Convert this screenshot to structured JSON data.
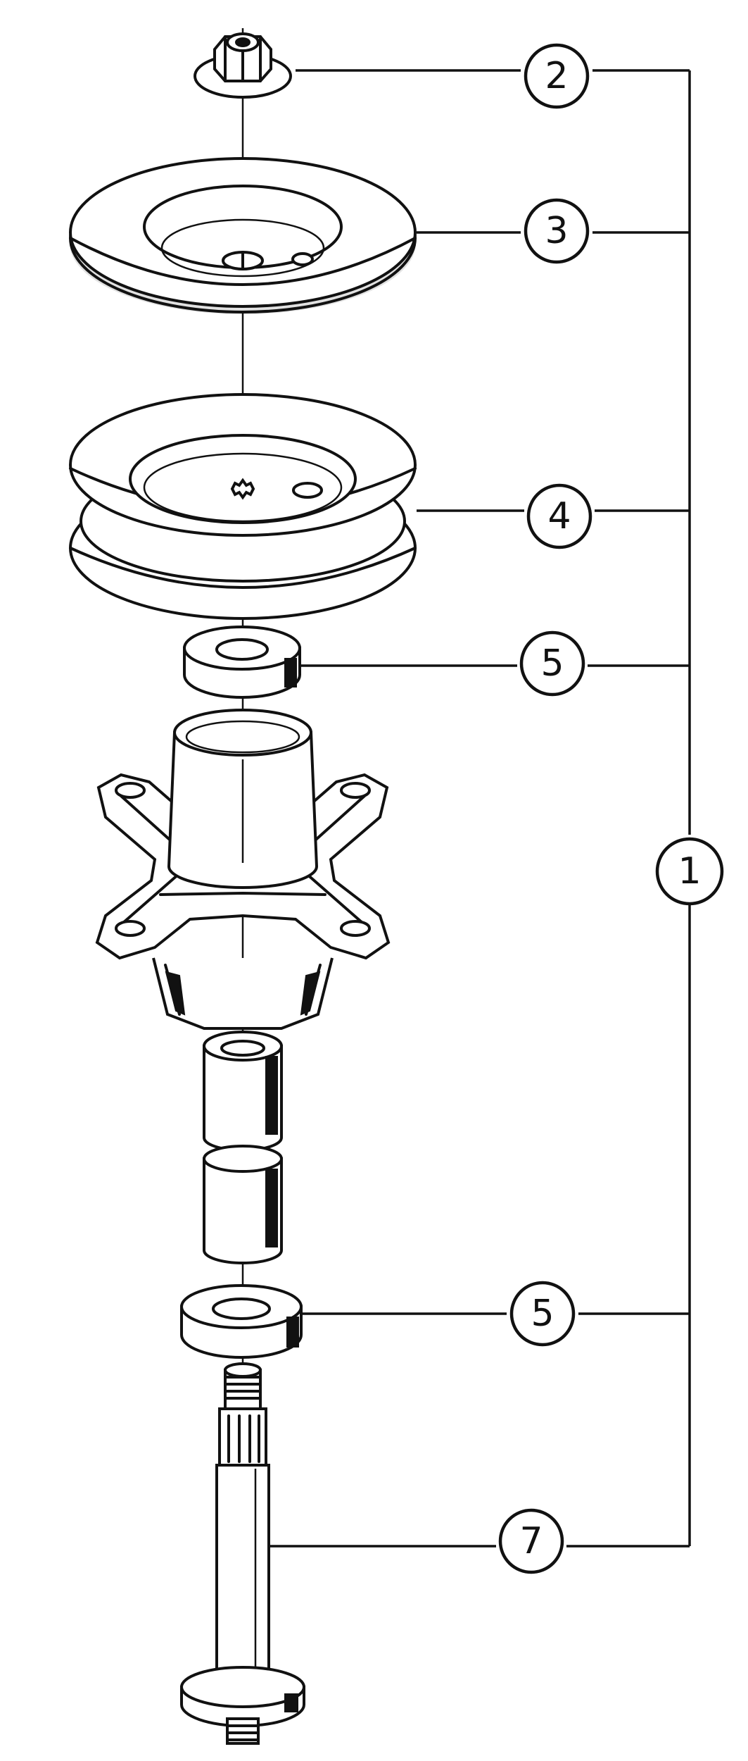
{
  "callouts": [
    {
      "id": "callout-2",
      "label": "2",
      "part": "flange-nut"
    },
    {
      "id": "callout-3",
      "label": "3",
      "part": "upper-pulley"
    },
    {
      "id": "callout-4",
      "label": "4",
      "part": "lower-pulley"
    },
    {
      "id": "callout-5a",
      "label": "5",
      "part": "upper-bearing"
    },
    {
      "id": "callout-1",
      "label": "1",
      "part": "spindle-assembly"
    },
    {
      "id": "callout-5b",
      "label": "5",
      "part": "lower-bearing"
    },
    {
      "id": "callout-7",
      "label": "7",
      "part": "shaft"
    }
  ],
  "colors": {
    "ink": "#111111",
    "paper": "#ffffff"
  }
}
